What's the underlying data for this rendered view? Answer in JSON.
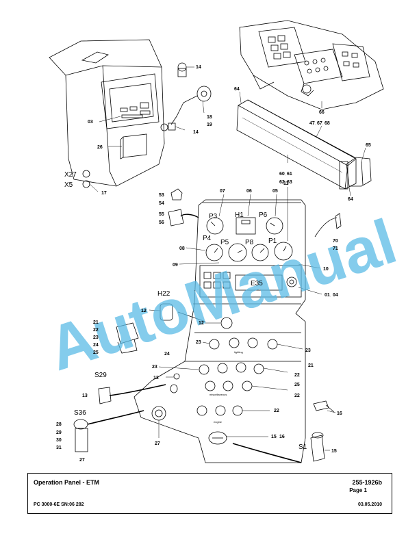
{
  "watermark": "AutoManual",
  "callouts": {
    "c14a": "14",
    "c03": "03",
    "c18": "18",
    "c19": "19",
    "c14b": "14",
    "c26": "26",
    "x27": "X27",
    "x5": "X5",
    "c17": "17",
    "c64a": "64",
    "c66": "66",
    "c47": "47",
    "c67": "67",
    "c68": "68",
    "c65": "65",
    "c60": "60",
    "c61": "61",
    "c62": "62",
    "c63": "63",
    "c64b": "64",
    "c53": "53",
    "c54": "54",
    "c55": "55",
    "c56": "56",
    "c07": "07",
    "c06": "06",
    "c05": "05",
    "c11": "11",
    "p3": "P3",
    "h1": "H1",
    "p6": "P6",
    "p4": "P4",
    "p5": "P5",
    "p8": "P8",
    "p1": "P1",
    "c08": "08",
    "c09": "09",
    "c10": "10",
    "c70": "70",
    "c71": "71",
    "e35": "E35",
    "c01": "01",
    "c04": "04",
    "h22": "H22",
    "c12a": "12",
    "c12b": "12",
    "c21a": "21",
    "c22a": "22",
    "c23a": "23",
    "c24a": "24",
    "c25a": "25",
    "c23b": "23",
    "c23c": "23",
    "c24b": "24",
    "c23d": "23",
    "c21b": "21",
    "c22b": "22",
    "c25b": "25",
    "c22c": "22",
    "s29": "S29",
    "c13a": "13",
    "c13b": "13",
    "s36": "S36",
    "c28": "28",
    "c29": "29",
    "c30": "30",
    "c31": "31",
    "c27a": "27",
    "c27b": "27",
    "c22d": "22",
    "c16": "16",
    "c15a": "15",
    "c15b": "15",
    "s1": "S1",
    "c15_16": "15",
    "c16b": "16",
    "lbl_lighting": "lighting",
    "lbl_misc": "miscellaneous",
    "lbl_engine": "engine"
  },
  "footer": {
    "title": "Operation Panel - ETM",
    "doc_number": "255-1926b",
    "page": "Page 1",
    "model": "PC 3000-6E SN:06 282",
    "date": "03.05.2010"
  }
}
